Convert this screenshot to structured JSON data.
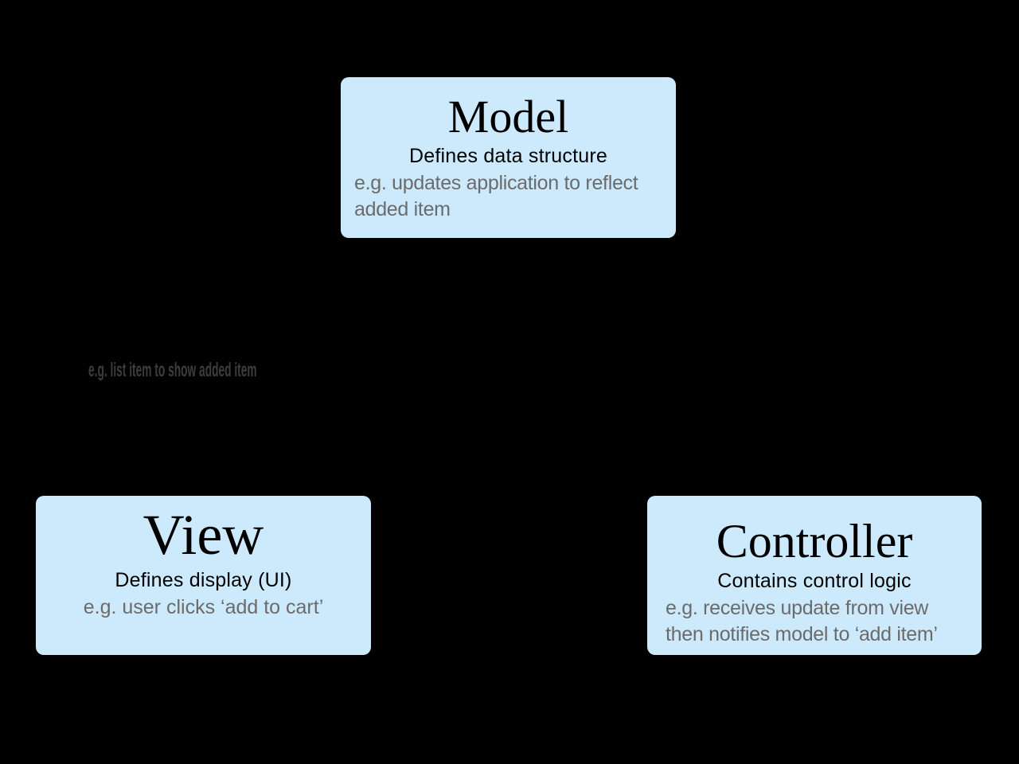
{
  "nodes": {
    "model": {
      "title": "Model",
      "subtitle": "Defines data structure",
      "example_lines": [
        "e.g. updates application to reflect",
        "added item"
      ]
    },
    "view": {
      "title": "View",
      "subtitle": "Defines display (UI)",
      "example_lines": [
        "e.g. user clicks ‘add to cart’"
      ]
    },
    "controller": {
      "title": "Controller",
      "subtitle": "Contains control logic",
      "example_lines": [
        "e.g. receives update from view",
        "then notifies model to ‘add item’"
      ]
    }
  },
  "edge_label": "e.g. list item to show added item",
  "colors": {
    "background": "#000000",
    "node_fill": "#cdeafc",
    "title_text": "#000000",
    "subtitle_text": "#000000",
    "example_text": "#6b6b6b",
    "edge_label_text": "#3c3c3c"
  }
}
